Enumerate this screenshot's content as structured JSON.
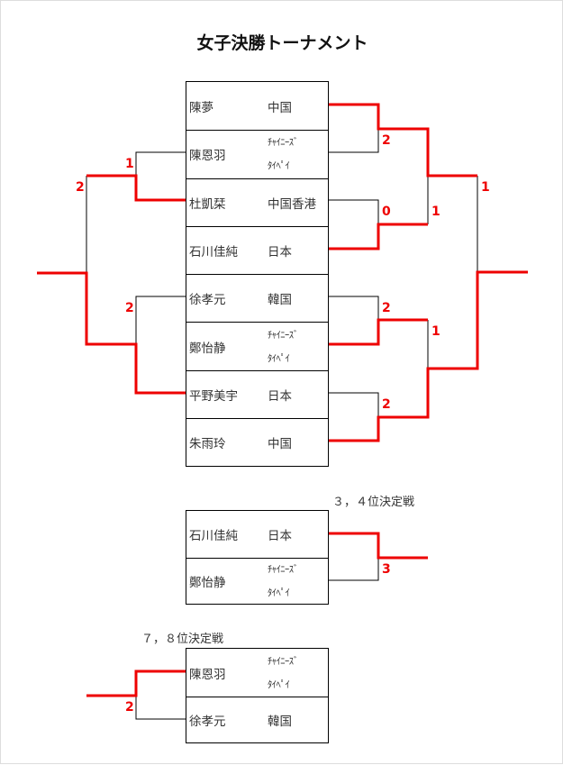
{
  "title": "女子決勝トーナメント",
  "main_bracket": [
    {
      "name": "陳夢",
      "country": "中国"
    },
    {
      "name": "陳恩羽",
      "country": "ﾁｬｲﾆｰｽﾞ\nﾀｲﾍﾟｲ",
      "country_l1": "ﾁｬｲﾆｰｽﾞ",
      "country_l2": "ﾀｲﾍﾟｲ"
    },
    {
      "name": "杜凱栞",
      "country": "中国香港"
    },
    {
      "name": "石川佳純",
      "country": "日本"
    },
    {
      "name": "徐孝元",
      "country": "韓国"
    },
    {
      "name": "鄭怡静",
      "country_l1": "ﾁｬｲﾆｰｽﾞ",
      "country_l2": "ﾀｲﾍﾟｲ"
    },
    {
      "name": "平野美宇",
      "country": "日本"
    },
    {
      "name": "朱雨玲",
      "country": "中国"
    }
  ],
  "scores": {
    "left_r1_top": "1",
    "left_r1_bottom": "2",
    "left_r2": "2",
    "right_r1_a": "2",
    "right_r1_b": "0",
    "right_r1_c": "2",
    "right_r1_d": "2",
    "right_r2_top": "1",
    "right_r2_bottom": "1",
    "right_final": "1",
    "third_place": "3",
    "seventh_place": "2"
  },
  "third_place": {
    "title": "３，４位決定戦",
    "players": [
      {
        "name": "石川佳純",
        "country": "日本"
      },
      {
        "name": "鄭怡静",
        "country_l1": "ﾁｬｲﾆｰｽﾞ",
        "country_l2": "ﾀｲﾍﾟｲ"
      }
    ]
  },
  "seventh_place": {
    "title": "７，８位決定戦",
    "players": [
      {
        "name": "陳恩羽",
        "country_l1": "ﾁｬｲﾆｰｽﾞ",
        "country_l2": "ﾀｲﾍﾟｲ"
      },
      {
        "name": "徐孝元",
        "country": "韓国"
      }
    ]
  },
  "colors": {
    "winner_line": "#ee0000",
    "loser_line": "#000000"
  }
}
